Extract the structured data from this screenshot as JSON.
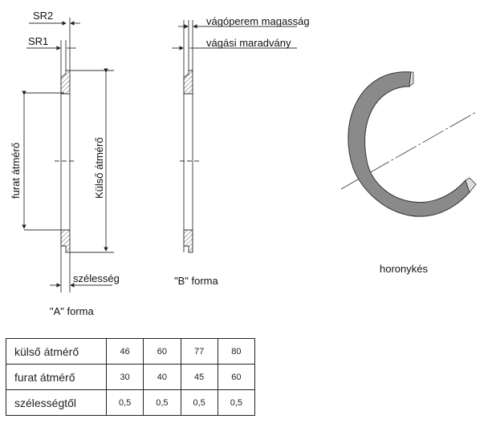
{
  "labels": {
    "sr2": "SR2",
    "sr1": "SR1",
    "furat": "furat átmérő",
    "kulso": "Külső átmérő",
    "szelesseg": "szélesség",
    "forma_a": "\"A\" forma",
    "forma_b": "\"B\" forma",
    "vagoperem": "vágóperem magasság",
    "vagasi": "vágási maradvány",
    "horonykes": "horonykés"
  },
  "table": {
    "rows": [
      {
        "label": "külső átmérő",
        "values": [
          "46",
          "60",
          "77",
          "80"
        ]
      },
      {
        "label": "furat átmérő",
        "values": [
          "30",
          "40",
          "45",
          "60"
        ]
      },
      {
        "label": "szélességtől",
        "values": [
          "0,5",
          "0,5",
          "0,5",
          "0,5"
        ]
      }
    ]
  }
}
